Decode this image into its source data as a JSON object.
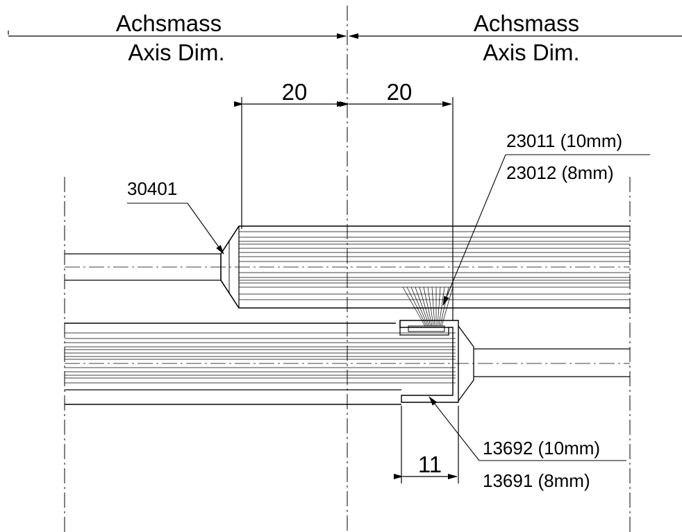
{
  "left_axis": {
    "label_de": "Achsmass",
    "label_en": "Axis Dim."
  },
  "right_axis": {
    "label_de": "Achsmass",
    "label_en": "Axis Dim."
  },
  "dimensions": {
    "left_offset": "20",
    "right_offset": "20",
    "profile_depth": "11"
  },
  "callouts": {
    "end_cap": "30401",
    "brush_10": "23011 (10mm)",
    "brush_8": "23012 (8mm)",
    "profile_10": "13692 (10mm)",
    "profile_8": "13691 (8mm)"
  }
}
